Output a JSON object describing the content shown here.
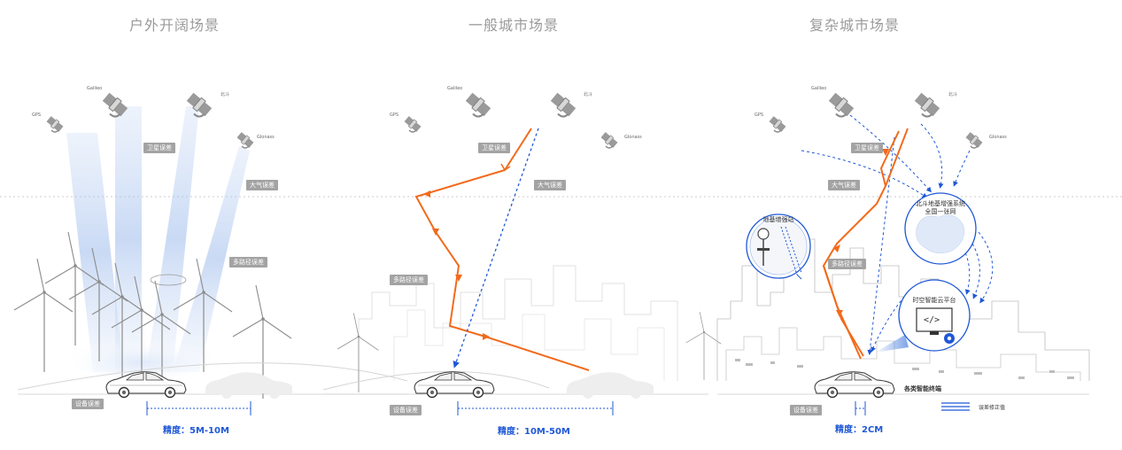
{
  "panels": [
    {
      "title": "户外开阔场景",
      "satellites": [
        "GPS",
        "Galileo",
        "北斗",
        "Glonass"
      ],
      "error_tags": [
        "卫星误差",
        "大气误差",
        "多路径误差",
        "设备误差"
      ],
      "accuracy": "精度：5M-10M"
    },
    {
      "title": "一般城市场景",
      "satellites": [
        "GPS",
        "Galileo",
        "北斗",
        "Glonass"
      ],
      "error_tags": [
        "卫星误差",
        "大气误差",
        "多路径误差",
        "设备误差"
      ],
      "accuracy": "精度：10M-50M"
    },
    {
      "title": "复杂城市场景",
      "satellites": [
        "GPS",
        "Galileo",
        "北斗",
        "Glonass"
      ],
      "error_tags": [
        "卫星误差",
        "大气误差",
        "多路径误差",
        "设备误差"
      ],
      "accuracy": "精度：2CM"
    }
  ],
  "callouts": {
    "base_station": "地基增强站",
    "beidou_system_line1": "北斗地基增强系统",
    "beidou_system_line2": "全国一张网",
    "cloud_platform": "时空智能云平台",
    "terminals": "各类智能终端",
    "correction_legend": "误差修正值"
  },
  "colors": {
    "title": "#9a9a9a",
    "tag_bg": "#a3a3a3",
    "accuracy": "#1f58d6",
    "signal_path": "#f26a1b",
    "correction_path": "#1f58d6",
    "beam": "#aec7ee"
  }
}
